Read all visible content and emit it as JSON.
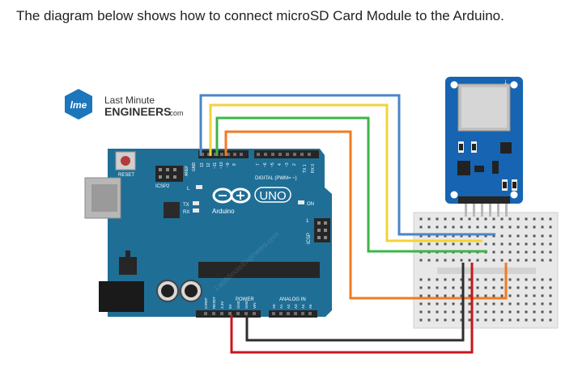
{
  "caption": "The diagram below shows how to connect microSD Card Module to the Arduino.",
  "logo": {
    "icon_text": "lme",
    "line1": "Last Minute",
    "line2": "ENGINEERS",
    "suffix": ".com"
  },
  "arduino": {
    "model": "UNO",
    "brand": "Arduino",
    "labels": {
      "reset": "RESET",
      "icsp2": "ICSP2",
      "icsp": "ICSP",
      "l": "L",
      "tx": "TX",
      "rx": "RX",
      "on": "ON",
      "digital": "DIGITAL (PWM= ~)",
      "power": "POWER",
      "analog": "ANALOG IN",
      "aref": "AREF",
      "gnd": "GND",
      "pin13": "13",
      "pin12": "12",
      "pin11": "~11",
      "pin10": "~10",
      "pin9": "~9",
      "pin8": "8",
      "pin7": "7",
      "pin6": "~6",
      "pin5": "~5",
      "pin4": "4",
      "pin3": "~3",
      "pin2": "2",
      "tx1": "TX 1",
      "rx0": "RX 0",
      "ioref": "IOREF",
      "rst": "RESET",
      "v33": "3.3V",
      "v5": "5V",
      "gnd1": "GND",
      "gnd2": "GND",
      "vin": "VIN",
      "a0": "A0",
      "a1": "A1",
      "a2": "A2",
      "a3": "A3",
      "a4": "A4",
      "a5": "A5",
      "one": "1"
    }
  },
  "watermark": "LastMinuteEngineers.com",
  "colors": {
    "board": "#1f6e96",
    "module": "#1664b2",
    "breadboard": "#e8e8e8",
    "wire_sck": "#4a86c8",
    "wire_miso": "#f2d33a",
    "wire_mosi": "#3cb54a",
    "wire_cs": "#f07b22",
    "wire_gnd": "#2e2e2e",
    "wire_vcc": "#c8161d"
  }
}
